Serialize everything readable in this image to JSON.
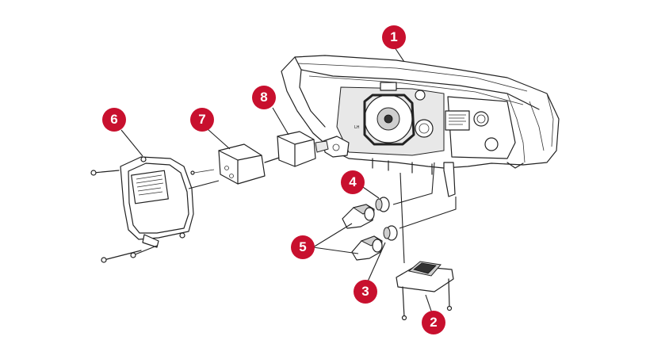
{
  "callouts": [
    {
      "label": "1"
    },
    {
      "label": "2"
    },
    {
      "label": "3"
    },
    {
      "label": "4"
    },
    {
      "label": "5"
    },
    {
      "label": "6"
    },
    {
      "label": "7"
    },
    {
      "label": "8"
    }
  ],
  "colors": {
    "callout": "#c8102e",
    "line": "#222222",
    "background": "#ffffff"
  }
}
